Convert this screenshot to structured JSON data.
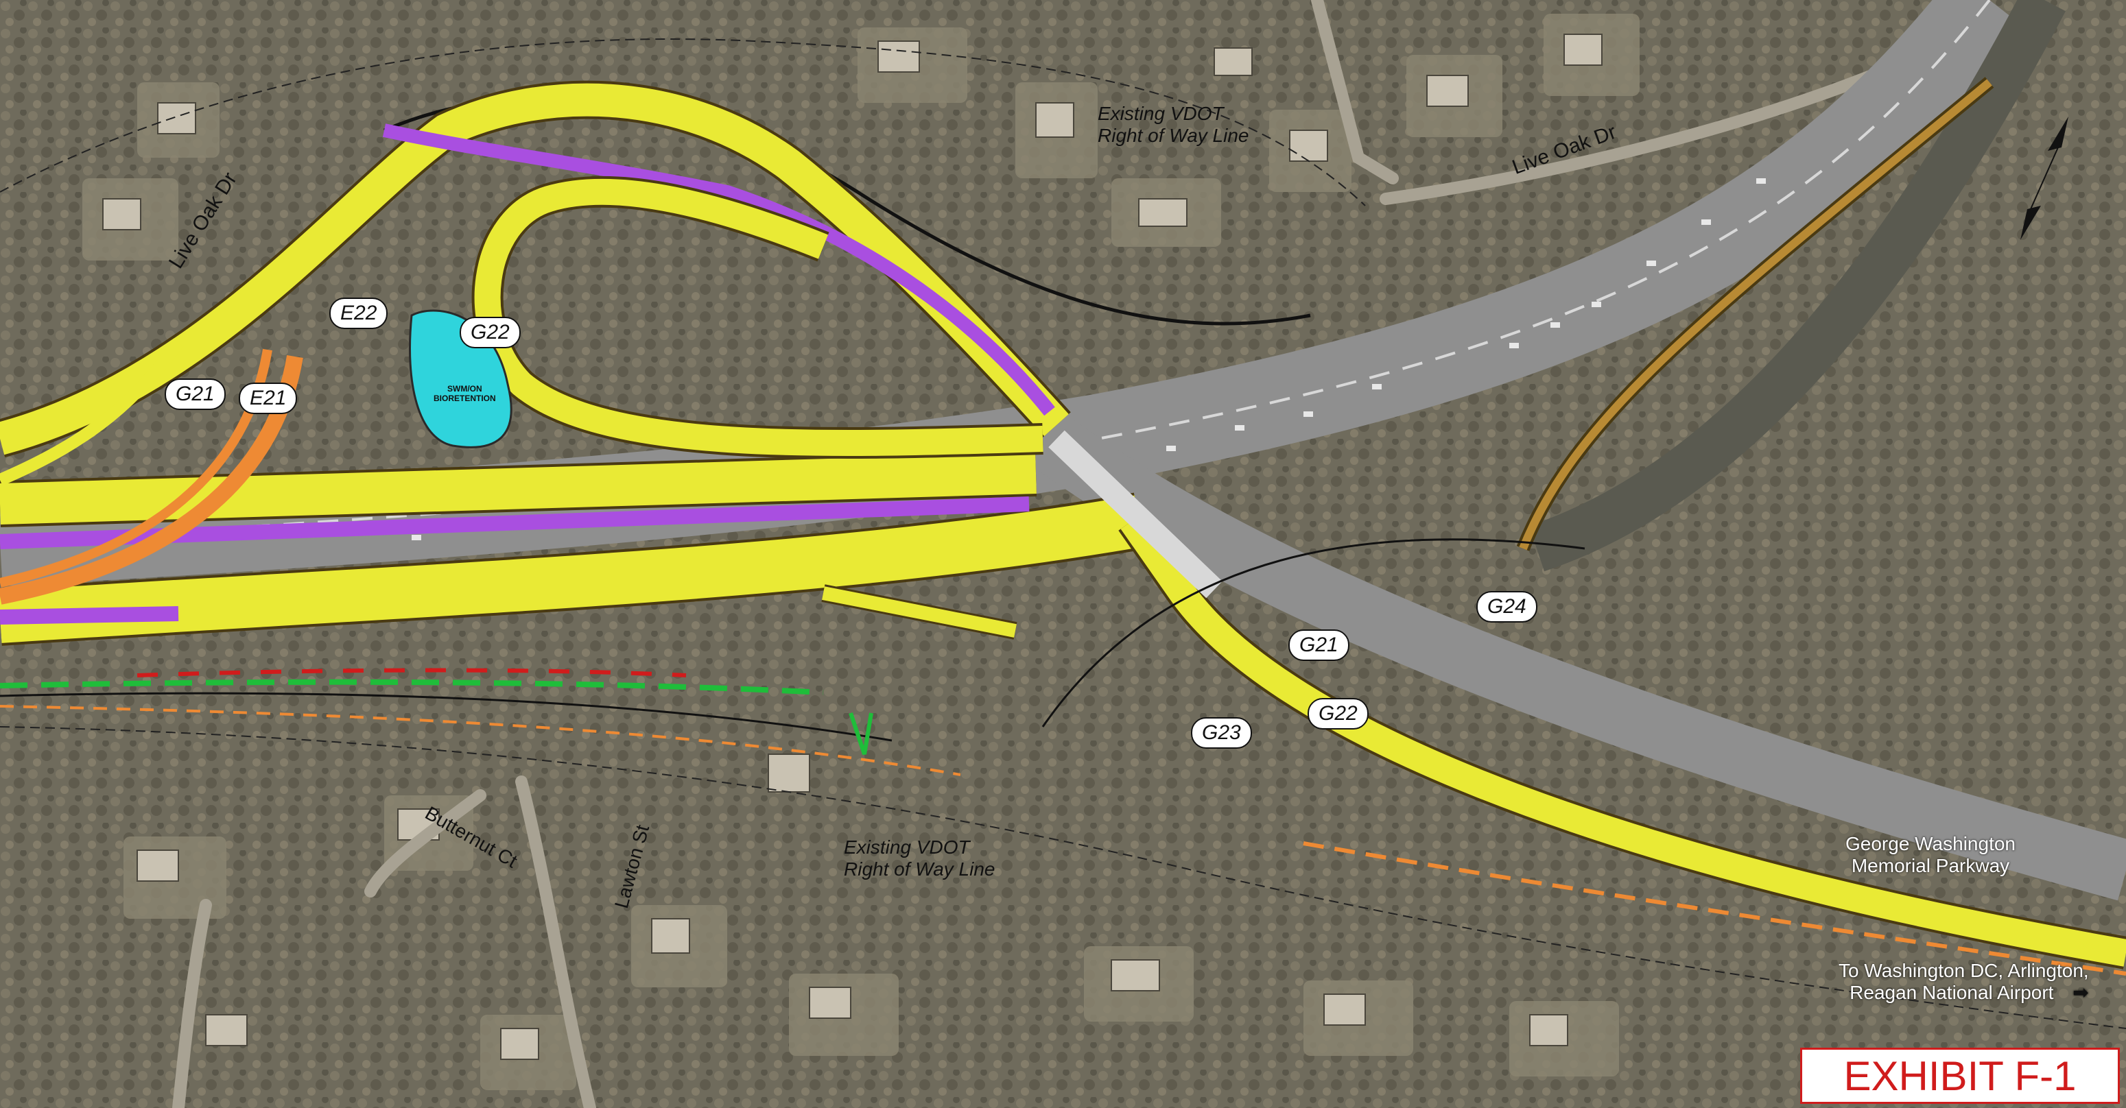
{
  "exhibit": {
    "label": "EXHIBIT F-1"
  },
  "streets": {
    "live_oak_dr_west": "Live Oak Dr",
    "live_oak_dr_east": "Live Oak Dr",
    "butternut_ct": "Butternut Ct",
    "lawton_st": "Lawton St"
  },
  "row_lines": {
    "north": {
      "line1": "Existing VDOT",
      "line2": "Right of Way Line"
    },
    "south": {
      "line1": "Existing VDOT",
      "line2": "Right of Way Line"
    }
  },
  "parkway": {
    "line1": "George Washington",
    "line2": "Memorial Parkway"
  },
  "destination": {
    "line1": "To Washington DC, Arlington,",
    "line2": "Reagan National Airport",
    "arrow": "➡"
  },
  "ramps": {
    "g21_west": "G21",
    "g21_east": "G21",
    "e21": "E21",
    "e22": "E22",
    "g22_loop": "G22",
    "g22_east": "G22",
    "g23": "G23",
    "g24": "G24"
  },
  "pond": {
    "line1": "SWM/ON",
    "line2": "BIORETENTION"
  },
  "colors": {
    "new_lane": "#e9ea35",
    "express_lane": "#a94fe0",
    "ramp_orange": "#ee8a34",
    "existing_road": "#8f8f8f",
    "pond": "#2fd4dc",
    "exhibit_red": "#d01c1c",
    "terrain": "#6b6a5c"
  }
}
